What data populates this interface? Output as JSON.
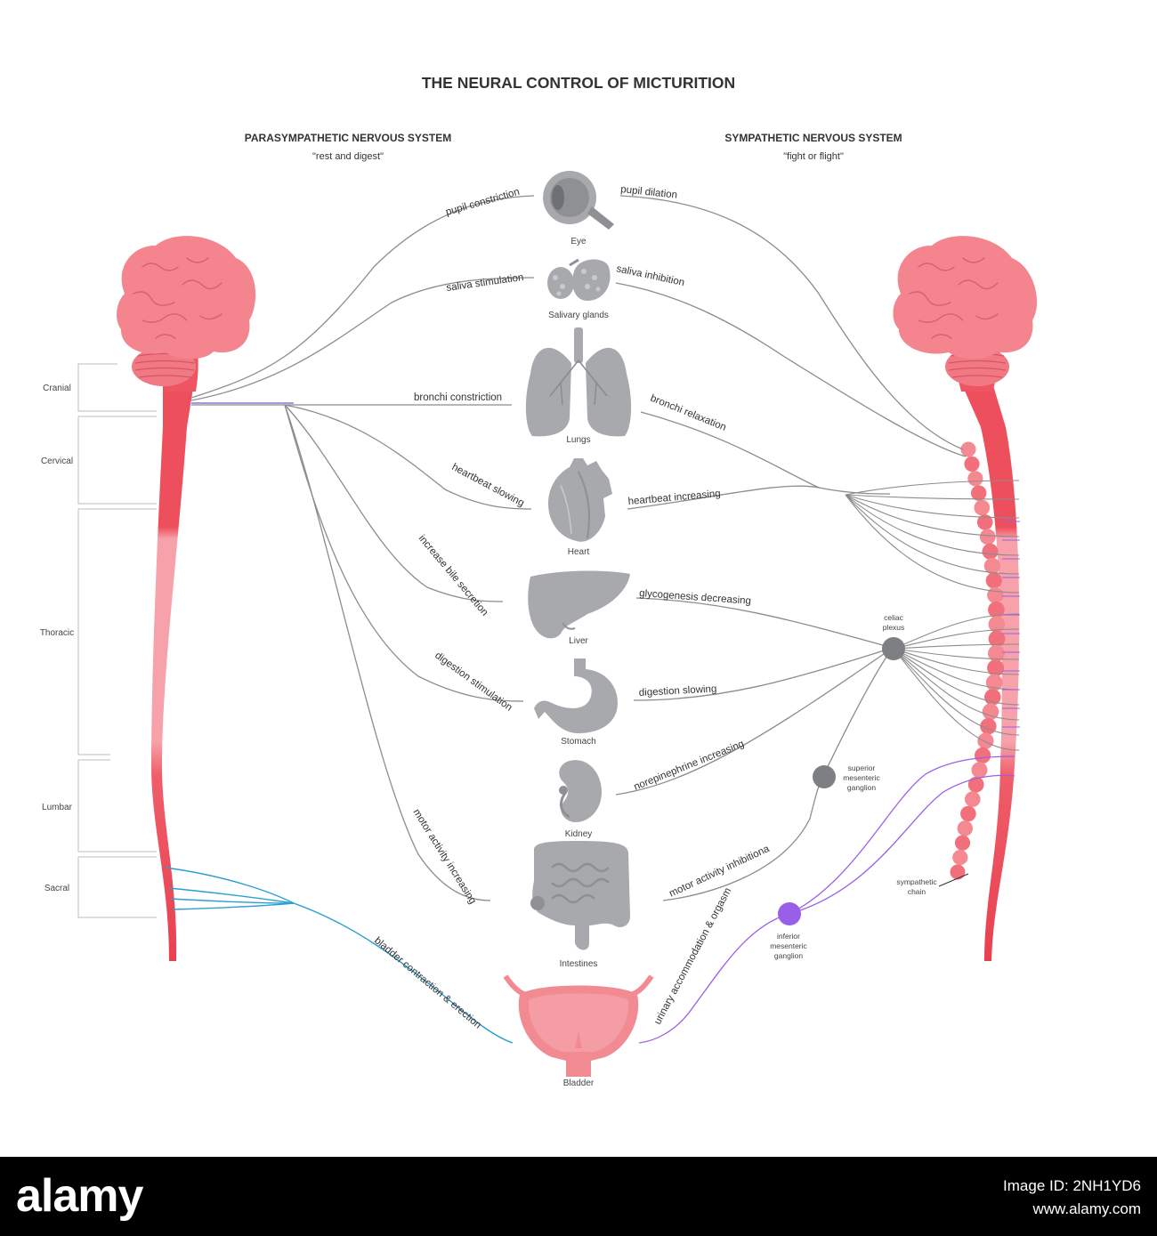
{
  "title": "THE NEURAL CONTROL OF MICTURITION",
  "left_system": {
    "name": "PARASYMPATHETIC NERVOUS SYSTEM",
    "tagline": "\"rest and digest\""
  },
  "right_system": {
    "name": "SYMPATHETIC NERVOUS SYSTEM",
    "tagline": "\"fight or flight\""
  },
  "segments": [
    "Cranial",
    "Cervical",
    "Thoracic",
    "Lumbar",
    "Sacral"
  ],
  "organs": {
    "eye": "Eye",
    "salivary": "Salivary glands",
    "lungs": "Lungs",
    "heart": "Heart",
    "liver": "Liver",
    "stomach": "Stomach",
    "kidney": "Kidney",
    "intestines": "Intestines",
    "bladder": "Bladder"
  },
  "para_labels": {
    "eye": "pupil constriction",
    "salivary": "saliva stimulation",
    "lungs": "bronchi constriction",
    "heart": "heartbeat slowing",
    "liver": "increase bile secretion",
    "stomach": "digestion stimulation",
    "intestines": "motor activity increasing",
    "bladder": "bladder contraction & erection"
  },
  "symp_labels": {
    "eye": "pupil dilation",
    "salivary": "saliva inhibition",
    "lungs": "bronchi relaxation",
    "heart": "heartbeat increasing",
    "liver": "glycogenesis decreasing",
    "stomach": "digestion slowing",
    "kidney": "norepinephrine increasing",
    "intestines": "motor activity inhibitiona",
    "bladder": "urinary accommodation & orgasm"
  },
  "ganglia": {
    "celiac_1": "celiac",
    "celiac_2": "plexus",
    "superior_1": "superior",
    "superior_2": "mesenteric",
    "superior_3": "ganglion",
    "inferior_1": "inferior",
    "inferior_2": "mesenteric",
    "inferior_3": "ganglion",
    "chain_1": "sympathetic",
    "chain_2": "chain"
  },
  "colors": {
    "nerve_gray": "#8c8c8c",
    "sacral_blue": "#2a9fd0",
    "sympathetic_purple": "#9a5fe8",
    "brain_pink": "#f0808a",
    "cord_red": "#ee4f5c",
    "cord_light": "#f8a3ab",
    "organ_gray": "#a8a9ad",
    "bladder_pink": "#f28a92"
  },
  "footer": {
    "logo": "alamy",
    "image_id": "Image ID: 2NH1YD6",
    "site": "www.alamy.com"
  }
}
